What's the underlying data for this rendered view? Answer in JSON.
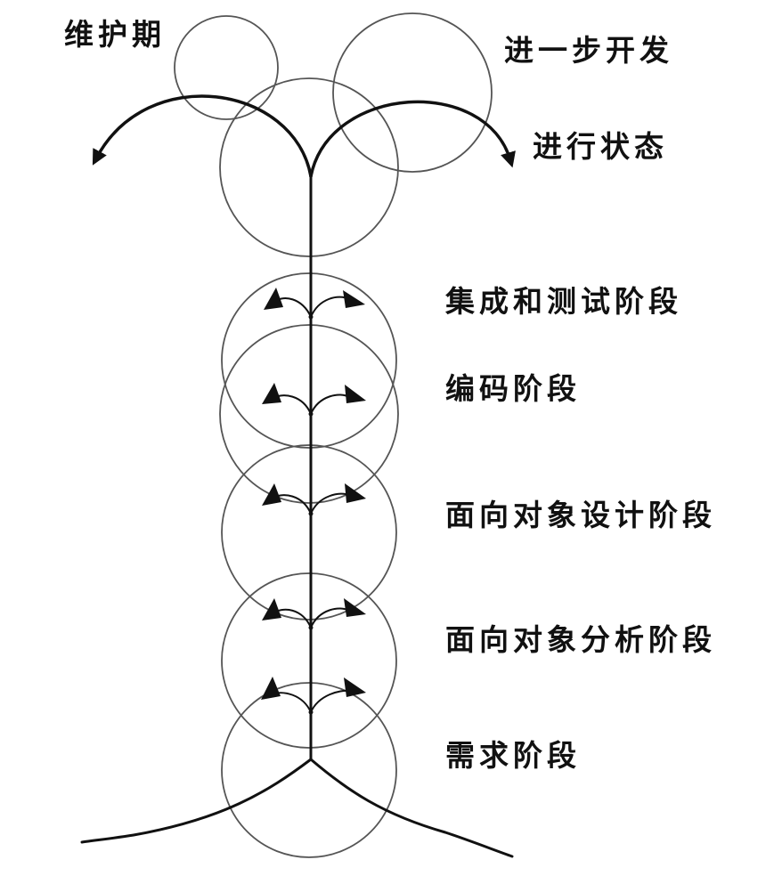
{
  "labels": {
    "maintenance": "维护期",
    "further_development": "进一步开发",
    "in_progress": "进行状态",
    "integration_testing": "集成和测试阶段",
    "coding": "编码阶段",
    "oo_design": "面向对象设计阶段",
    "oo_analysis": "面向对象分析阶段",
    "requirements": "需求阶段"
  },
  "colors": {
    "stroke": "#111111",
    "circle": "#555555",
    "background": "#ffffff"
  }
}
